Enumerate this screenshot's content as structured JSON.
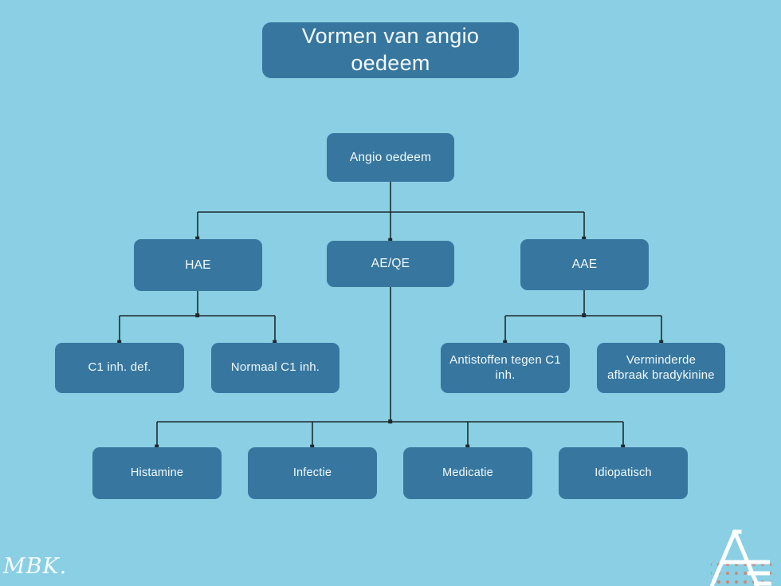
{
  "theme": {
    "background": "#8ACFE3",
    "node_fill": "#37779F",
    "node_text": "#F2FAFD",
    "edge_color": "#1E2A2E"
  },
  "title": {
    "text": "Vormen van angio oedeem"
  },
  "diagram": {
    "type": "tree",
    "root": {
      "id": "root",
      "label": "Angio oedeem"
    },
    "level1": [
      {
        "id": "hae",
        "label": "HAE"
      },
      {
        "id": "aeqe",
        "label": "AE/QE"
      },
      {
        "id": "aae",
        "label": "AAE"
      }
    ],
    "hae_children": [
      {
        "id": "c1inhdef",
        "label": "C1 inh. def."
      },
      {
        "id": "normaalc1inh",
        "label": "Normaal C1 inh."
      }
    ],
    "aae_children": [
      {
        "id": "antistoffen",
        "label": "Antistoffen tegen C1 inh."
      },
      {
        "id": "verminderde",
        "label": "Verminderde afbraak bradykinine"
      }
    ],
    "aeqe_children": [
      {
        "id": "histamine",
        "label": "Histamine"
      },
      {
        "id": "infectie",
        "label": "Infectie"
      },
      {
        "id": "medicatie",
        "label": "Medicatie"
      },
      {
        "id": "idiopatisch",
        "label": "Idiopatisch"
      }
    ]
  },
  "watermark": {
    "text": "MBK."
  },
  "logo": {
    "name": "ae-monogram-logo"
  }
}
